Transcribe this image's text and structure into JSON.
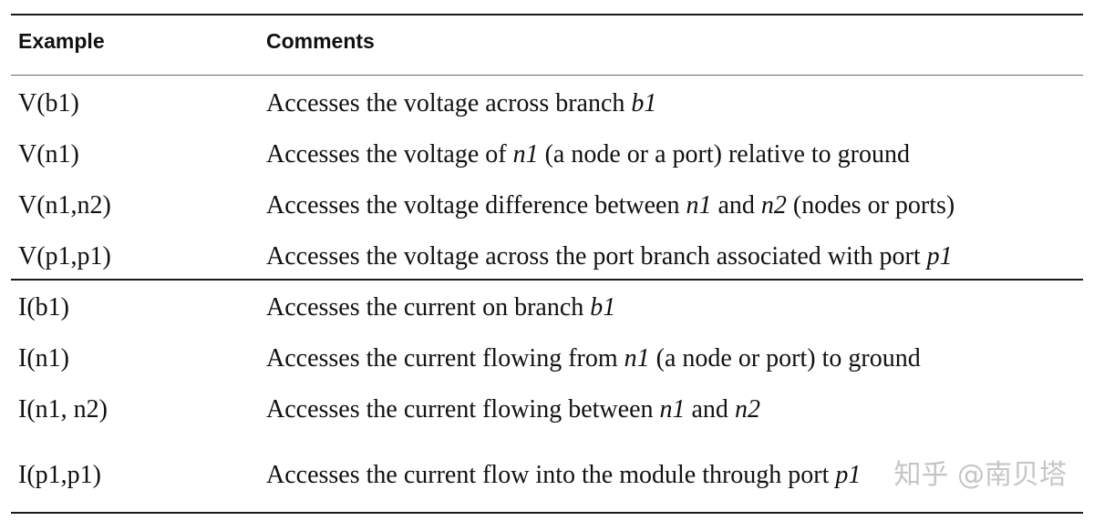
{
  "table": {
    "headers": {
      "example": "Example",
      "comments": "Comments"
    },
    "rows": [
      {
        "example": "V(b1)",
        "comment": [
          {
            "t": "Accesses the voltage across branch "
          },
          {
            "t": "b1",
            "i": true
          }
        ]
      },
      {
        "example": "V(n1)",
        "comment": [
          {
            "t": "Accesses the voltage of "
          },
          {
            "t": "n1",
            "i": true
          },
          {
            "t": " (a node or a port) relative to ground"
          }
        ]
      },
      {
        "example": "V(n1,n2)",
        "comment": [
          {
            "t": "Accesses the voltage difference between "
          },
          {
            "t": "n1",
            "i": true
          },
          {
            "t": " and "
          },
          {
            "t": "n2",
            "i": true
          },
          {
            "t": " (nodes or ports)"
          }
        ]
      },
      {
        "example": "V(p1,p1)",
        "comment": [
          {
            "t": "Accesses the voltage across the port branch associated with port "
          },
          {
            "t": "p1",
            "i": true
          }
        ]
      },
      {
        "example": "I(b1)",
        "comment": [
          {
            "t": "Accesses the current on branch "
          },
          {
            "t": "b1",
            "i": true
          }
        ]
      },
      {
        "example": "I(n1)",
        "comment": [
          {
            "t": "Accesses the current flowing from "
          },
          {
            "t": "n1",
            "i": true
          },
          {
            "t": " (a node or port) to ground"
          }
        ]
      },
      {
        "example": "I(n1, n2)",
        "comment": [
          {
            "t": "Accesses the current flowing between "
          },
          {
            "t": "n1",
            "i": true
          },
          {
            "t": " and "
          },
          {
            "t": "n2",
            "i": true
          }
        ]
      },
      {
        "example": "I(p1,p1)",
        "comment": [
          {
            "t": "Accesses the current flow into the module through port "
          },
          {
            "t": "p1",
            "i": true
          }
        ]
      }
    ]
  },
  "watermark": "知乎 @南贝塔"
}
